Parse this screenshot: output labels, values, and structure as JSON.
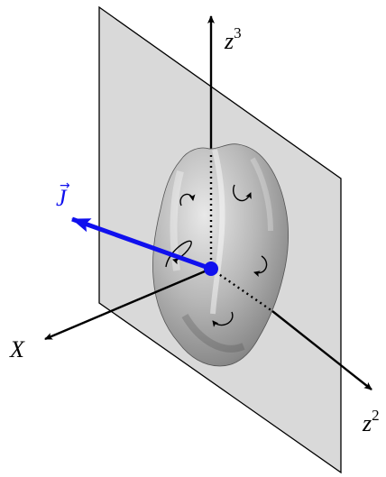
{
  "labels": {
    "z3": "z",
    "z3_sup": "3",
    "z2": "z",
    "z2_sup": "2",
    "x": "X",
    "j": "J",
    "j_arrow": "→"
  },
  "colors": {
    "vector": "#1010ee",
    "axis": "#000000",
    "plane_fill": "#d2d2d2",
    "body_light": "#dcdcdc",
    "body_dark": "#6e6e6e"
  }
}
